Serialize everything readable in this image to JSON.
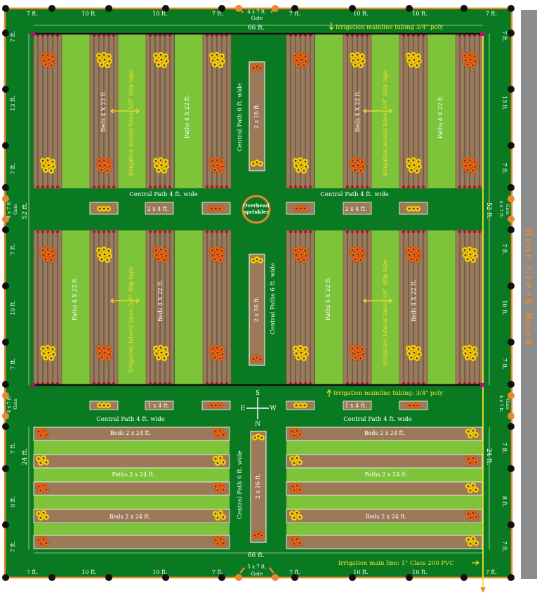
{
  "colors": {
    "outer_green": "#0a7a22",
    "path_green": "#7dc43a",
    "bed_brown": "#9b7a5a",
    "border_orange": "#e8892d",
    "post_black": "#111111",
    "road_gray": "#8c8c8c",
    "road_text": "#e8892d",
    "irrigation_yellow": "#f4e12a",
    "drip_line": "#444444",
    "flower_yellow": "#f7d316",
    "flower_orange": "#ef6a1e",
    "flower_center": "#6b3b0f",
    "emitter_red": "#b0102a"
  },
  "road": {
    "name": "Bear Creek Road"
  },
  "top_dims": [
    "7 ft.",
    "10 ft.",
    "10 ft.",
    "7 ft.",
    "7 ft.",
    "10 ft.",
    "10 ft.",
    "7 ft."
  ],
  "bottom_dims": [
    "7 ft.",
    "10 ft.",
    "10 ft.",
    "7 ft.",
    "7 ft.",
    "10 ft.",
    "10 ft.",
    "7 ft."
  ],
  "left_dims": [
    "7 ft.",
    "13 ft.",
    "7 ft.",
    "7 ft.",
    "10 ft.",
    "7 ft.",
    "7 ft.",
    "8 ft.",
    "7 ft."
  ],
  "right_dims": [
    "7 ft.",
    "13 ft.",
    "7 ft.",
    "7 ft.",
    "10 ft.",
    "7 ft.",
    "7 ft.",
    "8 ft.",
    "7 ft."
  ],
  "width_label": "66 ft.",
  "height_52": "52 ft.",
  "height_24": "24 ft.",
  "gates": {
    "top": [
      "4 x 7 ft.",
      "Gate"
    ],
    "bottom": [
      "5 x 7 ft.",
      "Gate"
    ],
    "side": [
      "4 x 7 ft.",
      "Gate"
    ]
  },
  "labels": {
    "irrigation_top": "Irrigation mainline tubing 3/4\" poly",
    "irrigation_mid": "Irrigation mainline tubing: 3/4\" poly",
    "irrigation_main": "Irrigation main line: 1\" Class 200 PVC",
    "beds_4x22": "Beds 4 X 22 ft.",
    "paths_4x22": "Paths 4 X 22 ft.",
    "lateral": "Irrigation lateral lines: 5/8\" drip tape",
    "central_path_6": "Central Path 6 ft. wide",
    "central_paths_6": "Central Paths 6 ft. wide",
    "central_path_4": "Central Path 4 ft. wide",
    "bed_2x16": "2 x 16 ft.",
    "bed_2x4": "2 x 4 ft.",
    "bed_1x4": "1 x 4 ft.",
    "overhead": [
      "Overhead",
      "sprinkler"
    ],
    "beds_2x24": "Beds 2 x 24 ft.",
    "paths_2x24": "Paths 2 x 24 ft."
  },
  "compass": {
    "n": "N",
    "s": "S",
    "e": "E",
    "w": "W"
  }
}
